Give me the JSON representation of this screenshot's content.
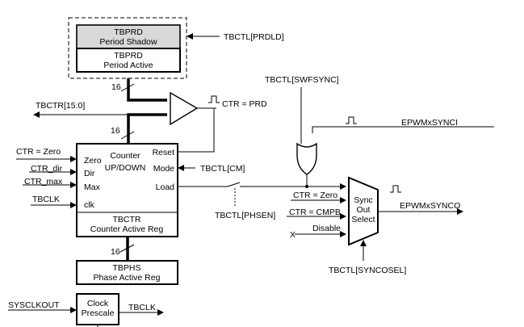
{
  "blocks": {
    "tbprd_shadow": {
      "name": "TBPRD",
      "sub": "Period Shadow"
    },
    "tbprd_active": {
      "name": "TBPRD",
      "sub": "Period Active"
    },
    "counter": {
      "title1": "Counter",
      "title2": "UP/DOWN",
      "ports_left": [
        "Zero",
        "Dir",
        "Max",
        "clk"
      ],
      "ports_right": [
        "Reset",
        "Mode",
        "Load"
      ],
      "reg_name": "TBCTR",
      "reg_sub": "Counter Active Reg"
    },
    "tbphs": {
      "name": "TBPHS",
      "sub": "Phase Active Reg"
    },
    "prescale": {
      "line1": "Clock",
      "line2": "Prescale"
    },
    "sync_mux": {
      "line1": "Sync",
      "line2": "Out",
      "line3": "Select"
    }
  },
  "signals": {
    "prdld": "TBCTL[PRDLD]",
    "bus_width_1": "16",
    "bus_width_2": "16",
    "bus_width_3": "16",
    "tbctr_bus": "TBCTR[15:0]",
    "ctr_prd": "CTR = PRD",
    "swfsync": "TBCTL[SWFSYNC]",
    "epwm_synci": "EPWMxSYNCI",
    "ctr_zero_in": "CTR = Zero",
    "ctr_dir": "CTR_dir",
    "ctr_max": "CTR_max",
    "tbclk_in": "TBCLK",
    "mode": "TBCTL[CM]",
    "phsen": "TBCTL[PHSEN]",
    "mux_ctr_zero": "CTR = Zero",
    "mux_ctr_cmpb": "CTR = CMPB",
    "mux_disable": "Disable",
    "mux_x": "X",
    "epwm_synco": "EPWMxSYNCO",
    "synco_sel": "TBCTL[SYNCOSEL]",
    "sysclkout": "SYSCLKOUT",
    "tbclk_out": "TBCLK"
  }
}
